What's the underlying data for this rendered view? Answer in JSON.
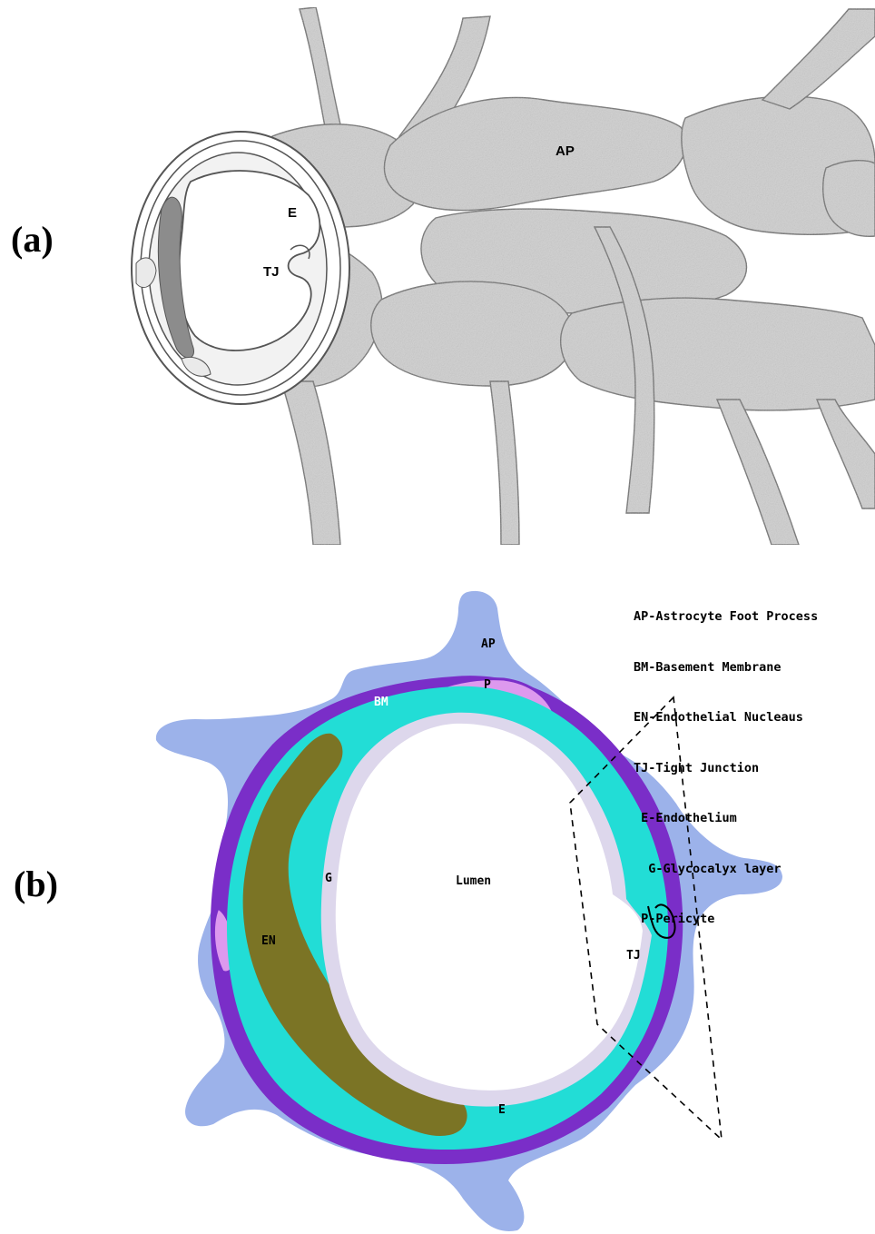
{
  "panels": {
    "a": {
      "label": "(a)",
      "labels": {
        "astrocyte": "AP",
        "endothelium": "E",
        "tight_junction": "TJ"
      }
    },
    "b": {
      "label": "(b)",
      "labels": {
        "astrocyte": "AP",
        "pericyte": "P",
        "basement_membrane": "BM",
        "glycocalyx": "G",
        "lumen": "Lumen",
        "nucleus": "EN",
        "tight_junction": "TJ",
        "endothelium": "E"
      },
      "legend": [
        "AP-Astrocyte Foot Process",
        "BM-Basement Membrane",
        "EN-Endothelial Nucleaus",
        "TJ-Tight Junction",
        " E-Endothelium",
        "  G-Glycocalyx layer",
        " P-Pericyte"
      ]
    }
  },
  "colors": {
    "astrocyte_sketch": "#cfcfcf",
    "astrocyte": "#9cb2ea",
    "basement_membrane": "#7a2ec8",
    "pericyte": "#dd99ee",
    "endothelium": "#22ddd6",
    "nucleus": "#7b7425",
    "glycocalyx": "#ddd7ec"
  }
}
